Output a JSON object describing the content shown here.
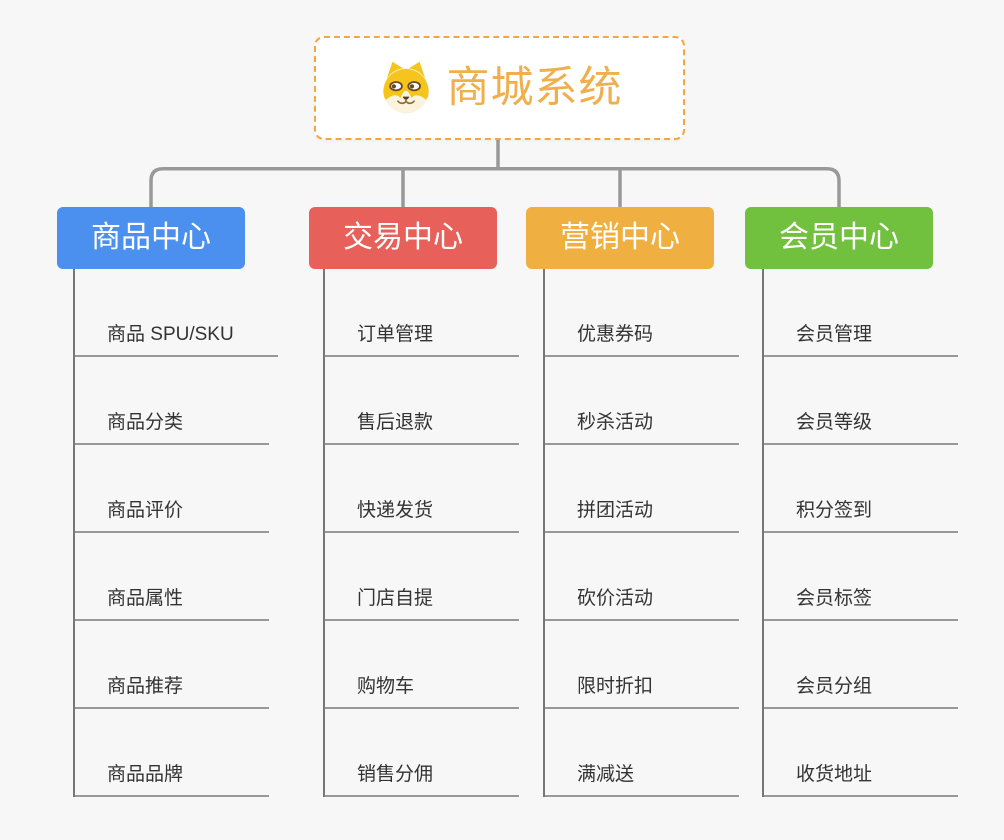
{
  "root": {
    "title": "商城系统",
    "icon": "shiba-dog-icon",
    "accent_color": "#F0AF4D",
    "border_color": "#F5A63E"
  },
  "connector_color": "#999999",
  "branches": [
    {
      "label": "商品中心",
      "color": "#4B90EE",
      "children": [
        "商品 SPU/SKU",
        "商品分类",
        "商品评价",
        "商品属性",
        "商品推荐",
        "商品品牌"
      ]
    },
    {
      "label": "交易中心",
      "color": "#E8605A",
      "children": [
        "订单管理",
        "售后退款",
        "快递发货",
        "门店自提",
        "购物车",
        "销售分佣"
      ]
    },
    {
      "label": "营销中心",
      "color": "#EFAF41",
      "children": [
        "优惠券码",
        "秒杀活动",
        "拼团活动",
        "砍价活动",
        "限时折扣",
        "满减送"
      ]
    },
    {
      "label": "会员中心",
      "color": "#72C13E",
      "children": [
        "会员管理",
        "会员等级",
        "积分签到",
        "会员标签",
        "会员分组",
        "收货地址"
      ]
    }
  ]
}
